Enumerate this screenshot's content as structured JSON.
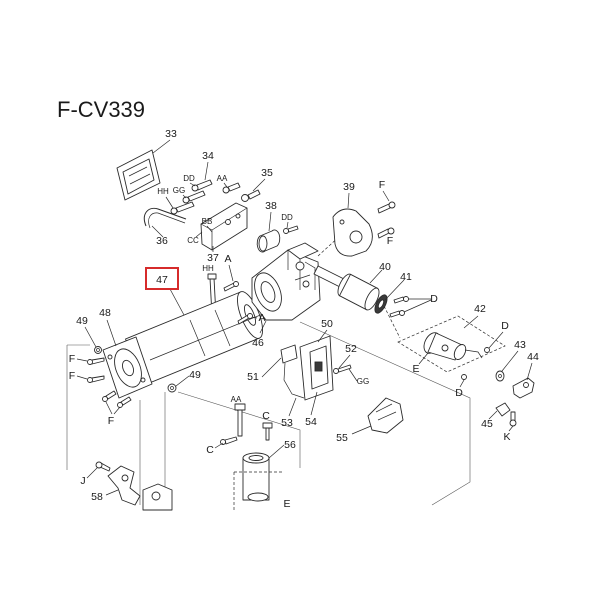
{
  "title": "F-CV339",
  "highlight": {
    "label": "47"
  },
  "callouts": [
    "33",
    "34",
    "DD",
    "AA",
    "35",
    "GG",
    "HH",
    "BB",
    "36",
    "CC",
    "37",
    "38",
    "DD",
    "39",
    "F",
    "F",
    "HH",
    "A",
    "48",
    "49",
    "A",
    "46",
    "40",
    "41",
    "D",
    "42",
    "D",
    "43",
    "44",
    "E",
    "D",
    "45",
    "K",
    "50",
    "52",
    "GG",
    "51",
    "53",
    "54",
    "55",
    "49",
    "F",
    "F",
    "F",
    "AA",
    "C",
    "C",
    "56",
    "J",
    "58",
    "E"
  ],
  "colors": {
    "line": "#2b2b2b",
    "highlight": "#d62b2b",
    "background": "#ffffff"
  }
}
